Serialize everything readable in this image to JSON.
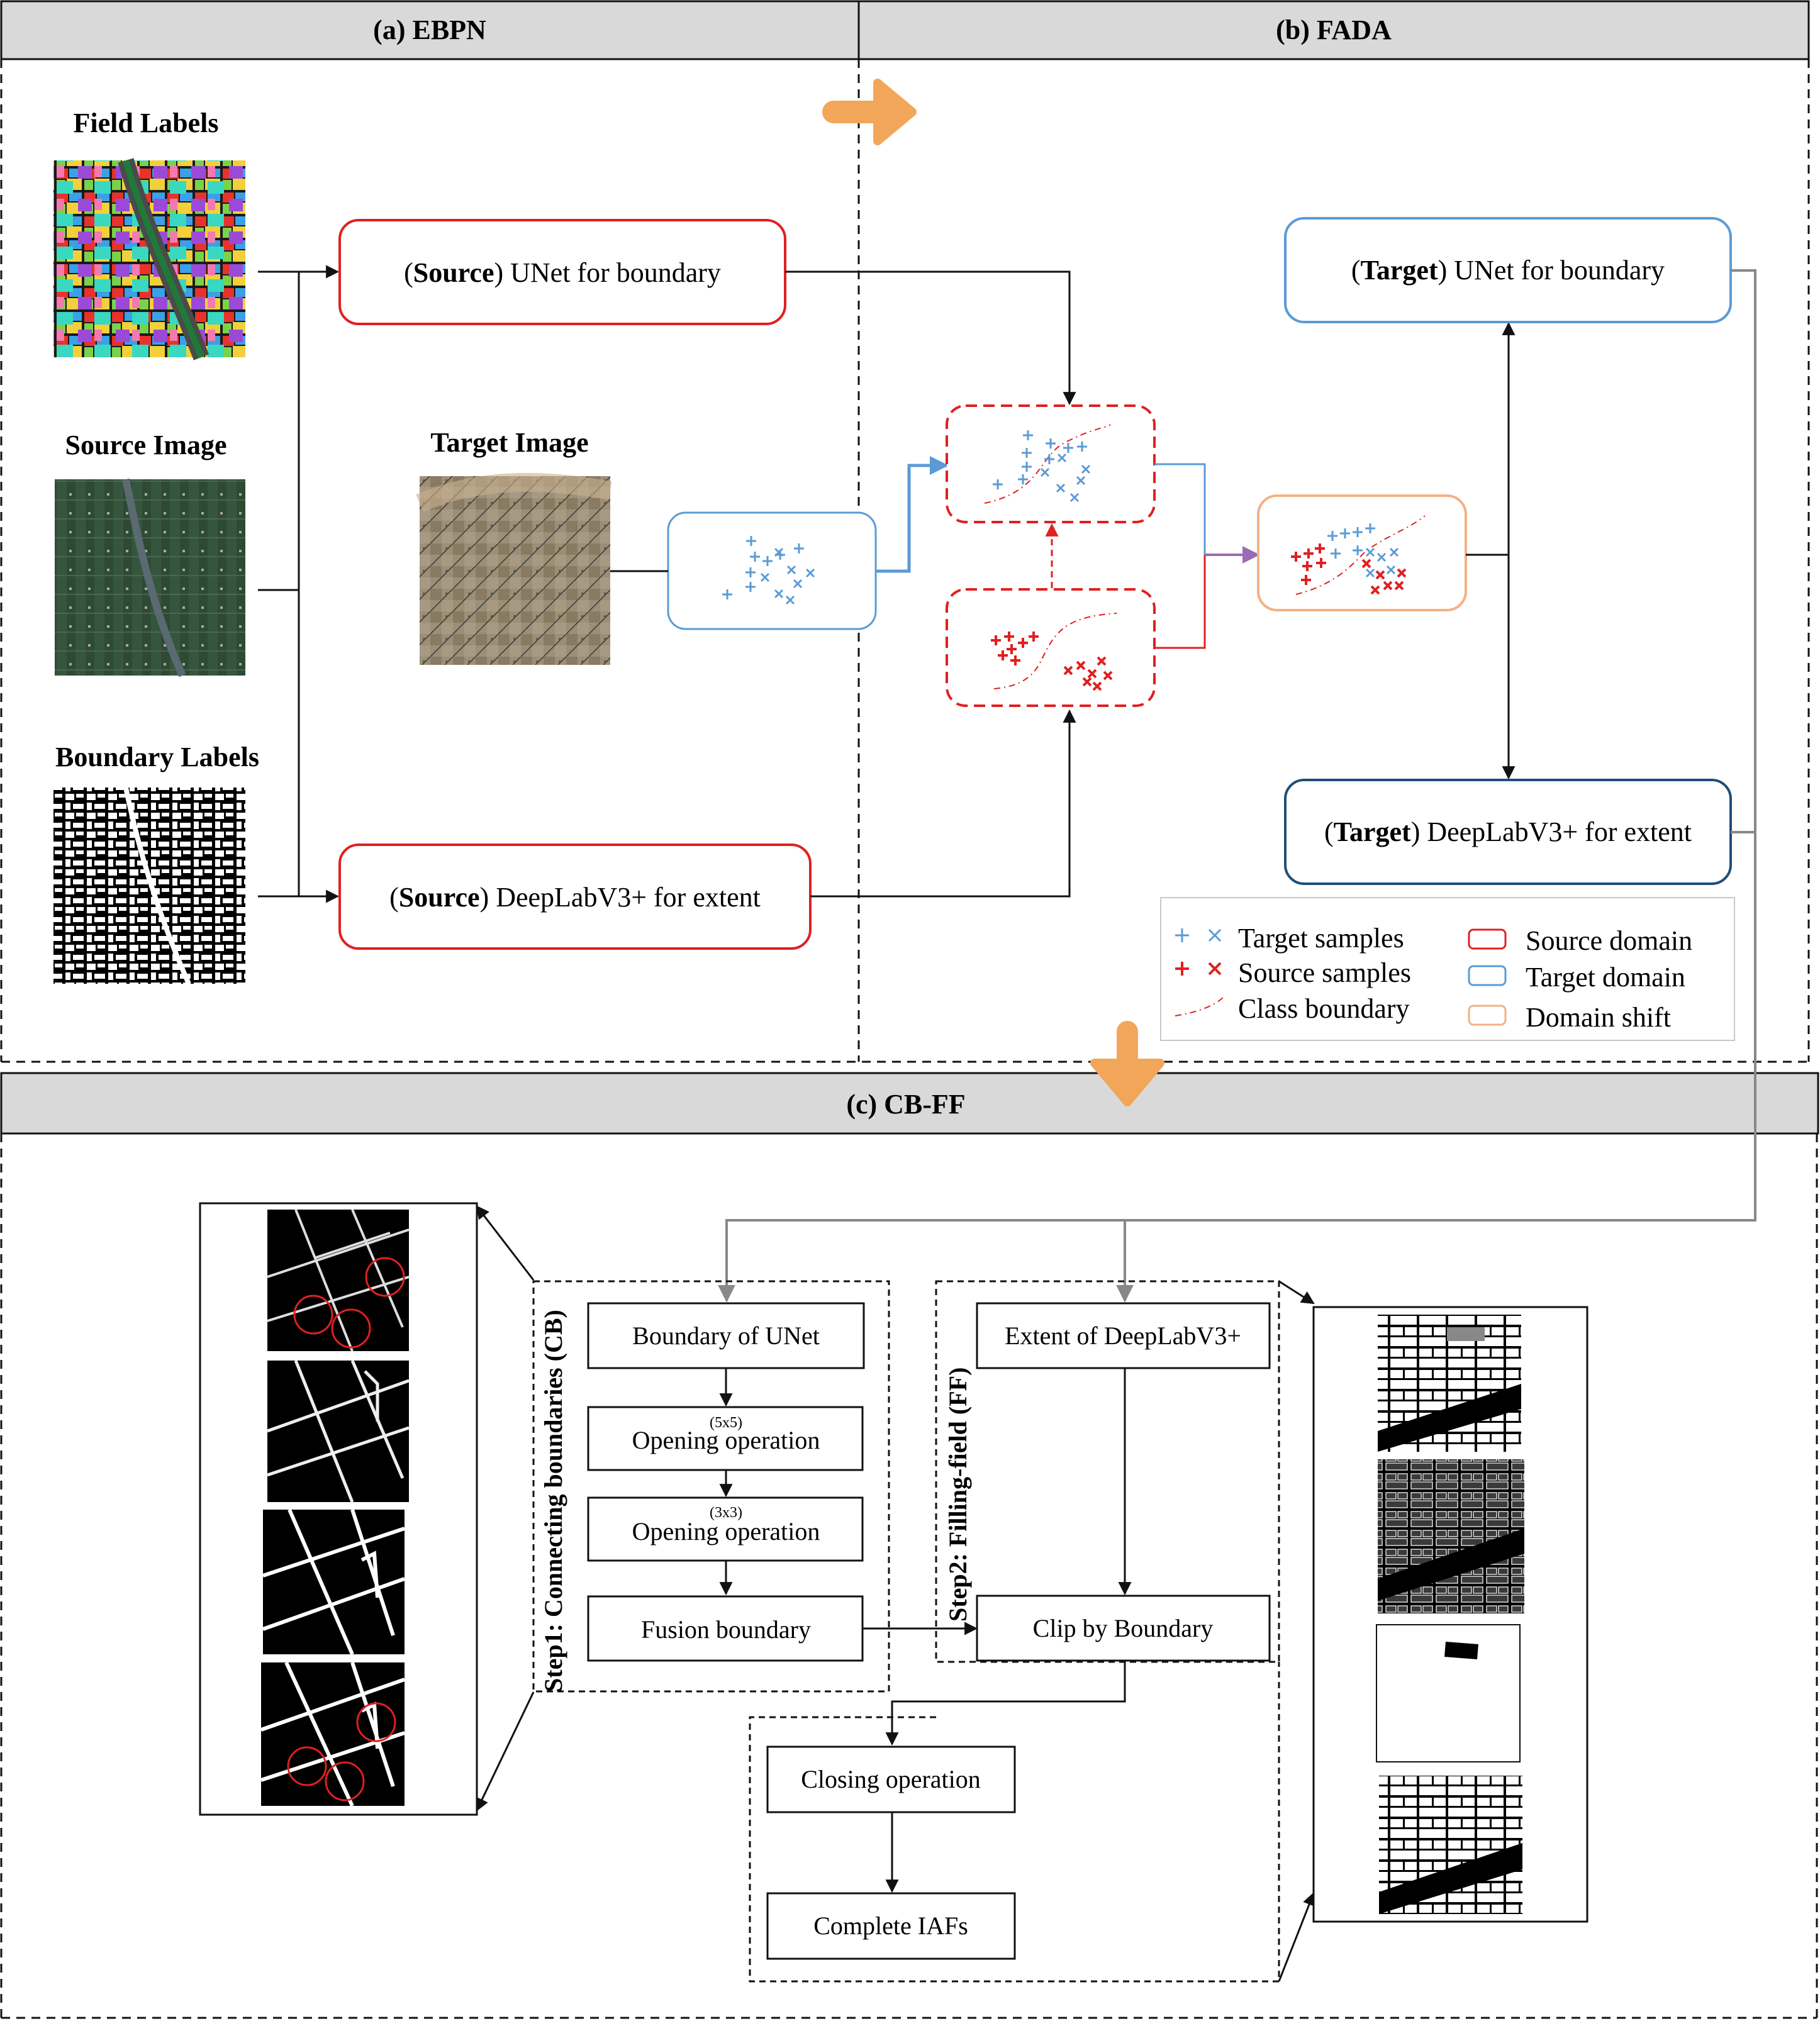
{
  "panels": {
    "a": "(a) EBPN",
    "b": "(b) FADA",
    "c": "(c) CB-FF"
  },
  "ebpn": {
    "field_labels": "Field Labels",
    "source_image": "Source Image",
    "boundary_labels": "Boundary Labels",
    "target_image": "Target Image",
    "source_unet": {
      "bold": "Source",
      "rest": ") UNet for boundary"
    },
    "source_deeplab": {
      "bold": "Source",
      "rest": ") DeepLabV3+ for extent"
    }
  },
  "fada": {
    "target_unet": {
      "bold": "Target",
      "rest": ") UNet for boundary"
    },
    "target_deeplab": {
      "bold": "Target",
      "rest": ") DeepLabV3+ for extent"
    }
  },
  "legend": {
    "target_samples": "Target samples",
    "source_samples": "Source samples",
    "class_boundary": "Class boundary",
    "source_domain": "Source domain",
    "target_domain": "Target domain",
    "domain_shift": "Domain shift"
  },
  "cbff": {
    "step1": "Step1: Connecting boundaries (CB)",
    "step2": "Step2: Filling-field (FF)",
    "boundary_unet": "Boundary of  UNet",
    "opening1": "Opening operation",
    "opening1_kernel": "(5x5)",
    "opening2": "Opening operation",
    "opening2_kernel": "(3x3)",
    "fusion": "Fusion boundary",
    "extent": "Extent of DeepLabV3+",
    "clip": "Clip by Boundary",
    "closing": "Closing operation",
    "complete": "Complete IAFs"
  },
  "colors": {
    "source": "#e02020",
    "target": "#5b9bd5",
    "shift": "#f4b183",
    "accent_arrow": "#f2a65a",
    "header_bg": "#d9d9d9"
  }
}
